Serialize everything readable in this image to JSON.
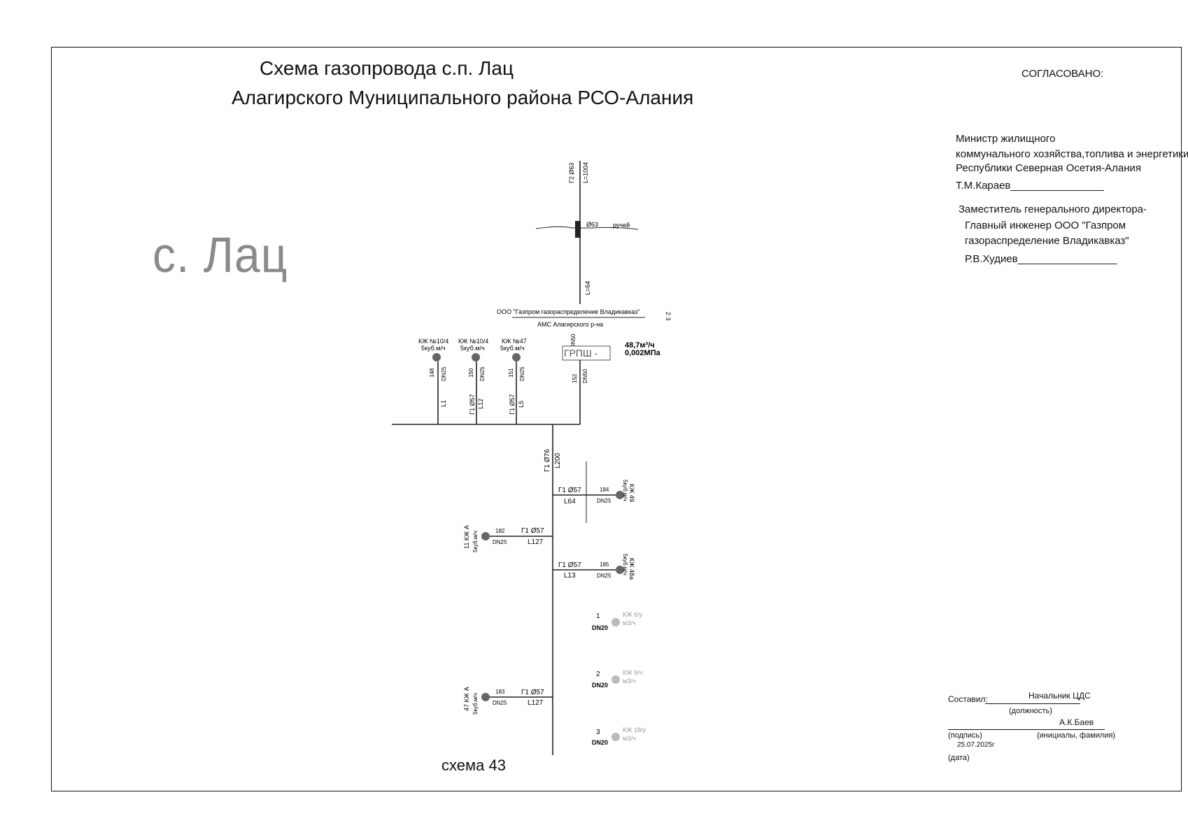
{
  "header": {
    "title_line1": "Схема газопровода с.п. Лац",
    "title_line2": "Алагирского  Муниципального района РСО-Алания",
    "village": "с. Лац",
    "schema_label": "схема 43"
  },
  "approval": {
    "heading": "СОГЛАСОВАНО:",
    "block1": [
      "Министр жилищного",
      "коммунального  хозяйства,топлива и энергетики",
      "Республики Северная Осетия-Алания",
      "Т.М.Караев________________"
    ],
    "block2": [
      "Заместитель генерального директора-",
      "Главный инженер  ООО \"Газпром",
      "газораспределение Владикавказ\"",
      "Р.В.Худиев_________________"
    ]
  },
  "signature": {
    "composed_label": "Составил:",
    "position_value": "Начальник ЦДС",
    "position_caption": "(должность)",
    "name_value": "А.К.Баев",
    "sign_caption": "(подпись)",
    "name_caption": "(инициалы, фамилия)",
    "date_value": "25.07.2025г",
    "date_caption": "(дата)"
  },
  "diagram": {
    "org_line1": "ООО \"Газпром газораспределение Владикавказ\"",
    "org_line2": "АМС Алагирского р-на",
    "numbers_side": "2  3",
    "grpsh_label": "ГРПШ -",
    "grpsh_flow": "48,7м³/ч",
    "grpsh_pressure": "0,002МПа",
    "creek": "ручей",
    "top_pipe_diam": "Г2 Ø63",
    "top_pipe_len": "L=1004",
    "pipe_l64": "L=64",
    "crossing": "Ø63",
    "grpsh_in_dn": "DN50",
    "grpsh_out_num": "152",
    "grpsh_out_dn": "DN50",
    "main_pipe_diam": "Г1 Ø76",
    "main_pipe_len": "L200",
    "top_consumers": [
      {
        "name": "КЖ №10/4",
        "flow": "5куб.м/ч",
        "num": "148",
        "dn": "DN25",
        "len": "L1",
        "diam": ""
      },
      {
        "name": "КЖ №10/4",
        "flow": "5куб.м/ч",
        "num": "150",
        "dn": "DN25",
        "len": "L12",
        "diam": "Г1 Ø57"
      },
      {
        "name": "КЖ №47",
        "flow": "5куб.м/ч",
        "num": "151",
        "dn": "DN25",
        "len": "L5",
        "diam": "Г1 Ø57"
      }
    ],
    "branches": [
      {
        "diam": "Г1 Ø57",
        "len": "L64",
        "num": "184",
        "dn": "DN25",
        "name": "КЖ 49",
        "flow": "5куб.м/ч"
      },
      {
        "diam": "Г1 Ø57",
        "len": "L127",
        "num": "182",
        "dn": "DN25",
        "name": "11 КЖ А",
        "flow": "5куб.м/ч"
      },
      {
        "diam": "Г1 Ø57",
        "len": "L13",
        "num": "185",
        "dn": "DN25",
        "name": "КЖ 48а",
        "flow": "5куб.м/ч"
      },
      {
        "diam": "Г1 Ø57",
        "len": "L127",
        "num": "183",
        "dn": "DN25",
        "name": "47 КЖ А",
        "flow": "5куб.м/ч"
      }
    ],
    "planned": [
      {
        "num": "1",
        "dn": "DN20",
        "name": "КЖ 6/у",
        "flow": "м3/ч"
      },
      {
        "num": "2",
        "dn": "DN20",
        "name": "КЖ 9/ч",
        "flow": "м3/ч"
      },
      {
        "num": "3",
        "dn": "DN20",
        "name": "КЖ 18/у",
        "flow": "м3/ч"
      }
    ]
  }
}
